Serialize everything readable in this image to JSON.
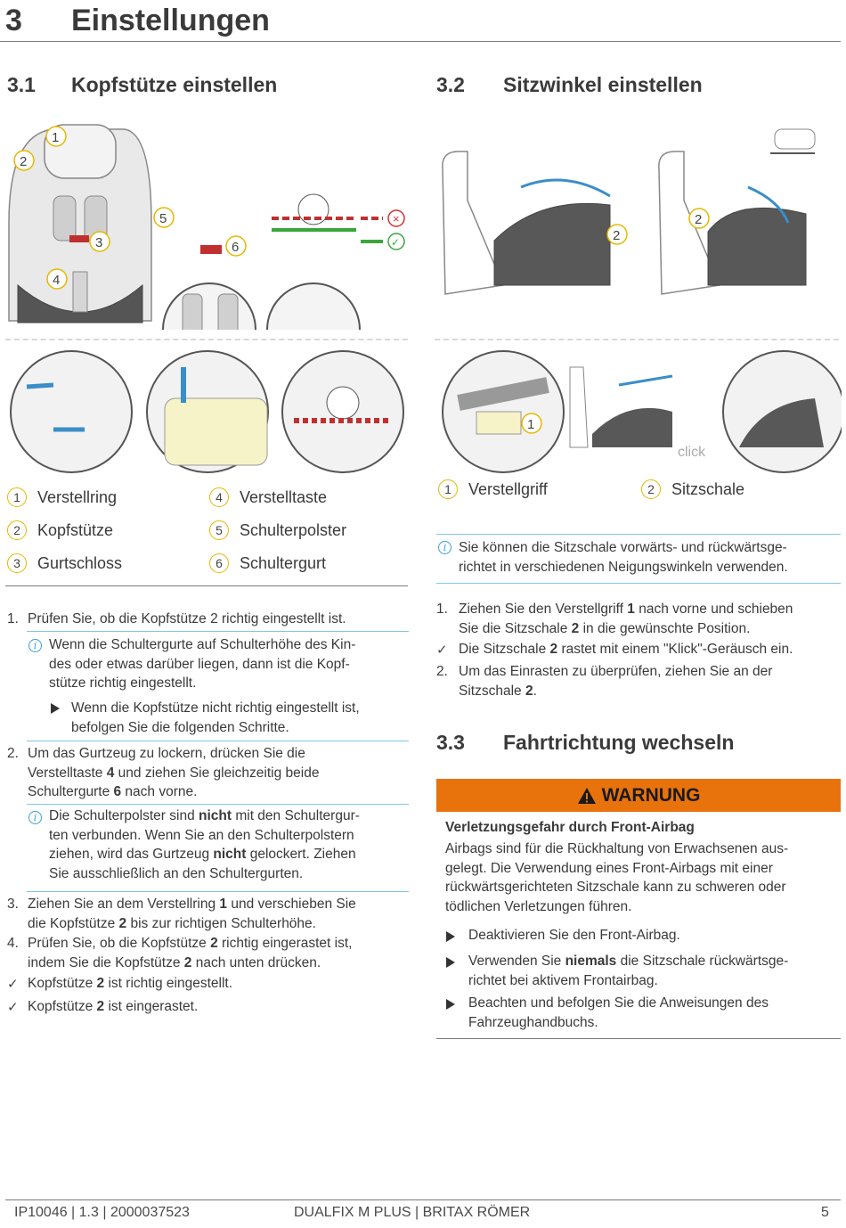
{
  "header": {
    "chapter_number": "3",
    "chapter_title": "Einstellungen"
  },
  "section_31": {
    "number": "3.1",
    "title": "Kopfstütze einstellen"
  },
  "section_32": {
    "number": "3.2",
    "title": "Sitzwinkel einstellen"
  },
  "section_33": {
    "number": "3.3",
    "title": "Fahrtrichtung wechseln"
  },
  "figures": {
    "click_label": "click",
    "callouts": [
      "1",
      "2",
      "3",
      "4",
      "5",
      "6"
    ]
  },
  "legend_left": [
    {
      "num": "1",
      "label": "Verstellring"
    },
    {
      "num": "2",
      "label": "Kopfstütze"
    },
    {
      "num": "3",
      "label": "Gurtschloss"
    },
    {
      "num": "4",
      "label": "Verstelltaste"
    },
    {
      "num": "5",
      "label": "Schulterpolster"
    },
    {
      "num": "6",
      "label": "Schultergurt"
    }
  ],
  "legend_right": [
    {
      "num": "1",
      "label": "Verstellgriff"
    },
    {
      "num": "2",
      "label": "Sitzschale"
    }
  ],
  "right_info": "Sie können die Sitzschale vorwärts- und rückwärtsge-|richtet in verschiedenen Neigungswinkeln verwenden.",
  "steps_left": {
    "s1_num": "1.",
    "s1": "Prüfen Sie, ob die Kopfstütze 2 richtig eingestellt ist.",
    "info1_l1": "Wenn die Schultergurte auf Schulterhöhe des Kin-",
    "info1_l2": "des oder etwas darüber liegen, dann ist die Kopf-",
    "info1_l3": "stütze richtig eingestellt.",
    "arrow1_l1": "Wenn die Kopfstütze nicht richtig eingestellt ist,",
    "arrow1_l2": "befolgen Sie die folgenden Schritte.",
    "s2_num": "2.",
    "s2_l1": "Um das Gurtzeug zu lockern, drücken Sie die",
    "s2_l2a": "Verstelltaste ",
    "s2_l2b": "4",
    "s2_l2c": " und ziehen Sie gleichzeitig beide",
    "s2_l3a": "Schultergurte ",
    "s2_l3b": "6",
    "s2_l3c": " nach vorne.",
    "info2_l1a": "Die Schulterpolster sind ",
    "info2_l1b": "nicht",
    "info2_l1c": " mit den Schultergur-",
    "info2_l2": "ten verbunden. Wenn Sie an den Schulterpolstern",
    "info2_l3a": "ziehen, wird das Gurtzeug ",
    "info2_l3b": "nicht",
    "info2_l3c": " gelockert. Ziehen",
    "info2_l4": "Sie ausschließlich an den Schultergurten.",
    "s3_num": "3.",
    "s3_l1a": "Ziehen Sie an dem Verstellring ",
    "s3_l1b": "1",
    "s3_l1c": " und verschieben Sie",
    "s3_l2a": "die Kopfstütze ",
    "s3_l2b": "2",
    "s3_l2c": " bis zur richtigen Schulterhöhe.",
    "s4_num": "4.",
    "s4_l1a": "Prüfen Sie, ob die Kopfstütze ",
    "s4_l1b": "2",
    "s4_l1c": " richtig eingerastet ist,",
    "s4_l2a": "indem Sie die Kopfstütze ",
    "s4_l2b": "2",
    "s4_l2c": " nach unten drücken.",
    "r1a": "Kopfstütze ",
    "r1b": "2",
    "r1c": " ist richtig eingestellt.",
    "r2a": "Kopfstütze ",
    "r2b": "2",
    "r2c": " ist eingerastet."
  },
  "steps_right": {
    "s1_num": "1.",
    "s1_l1a": "Ziehen Sie den Verstellgriff ",
    "s1_l1b": "1",
    "s1_l1c": " nach vorne und schieben",
    "s1_l2a": "Sie die Sitzschale ",
    "s1_l2b": "2",
    "s1_l2c": " in die gewünschte Position.",
    "r1a": "Die Sitzschale ",
    "r1b": "2",
    "r1c": " rastet mit einem \"Klick\"-Geräusch ein.",
    "s2_num": "2.",
    "s2_l1": "Um das Einrasten zu überprüfen, ziehen Sie an der",
    "s2_l2a": "Sitzschale ",
    "s2_l2b": "2",
    "s2_l2c": "."
  },
  "warning": {
    "label": "WARNUNG",
    "heading": "Verletzungsgefahr durch Front-Airbag",
    "l1": "Airbags sind für die Rückhaltung von Erwachsenen aus-",
    "l2": "gelegt. Die Verwendung eines Front-Airbags mit einer",
    "l3": "rückwärtsgerichteten Sitzschale kann zu schweren oder",
    "l4": "tödlichen Verletzungen führen.",
    "b1": "Deaktivieren Sie den Front-Airbag.",
    "b2_l1a": "Verwenden Sie ",
    "b2_l1b": "niemals",
    "b2_l1c": " die Sitzschale rückwärtsge-",
    "b2_l2": "richtet bei aktivem Frontairbag.",
    "b3_l1": "Beachten und befolgen Sie die Anweisungen des",
    "b3_l2": "Fahrzeughandbuchs."
  },
  "footer": {
    "left": "IP10046 | 1.3 | 2000037523",
    "center": "DUALFIX M PLUS | BRITAX RÖMER",
    "page": "5"
  },
  "colors": {
    "accent_yellow": "#e6b800",
    "info_blue": "#3aa0d0",
    "warning_orange": "#e8720c",
    "ok_green": "#3aa63a",
    "bad_red": "#d83030"
  }
}
